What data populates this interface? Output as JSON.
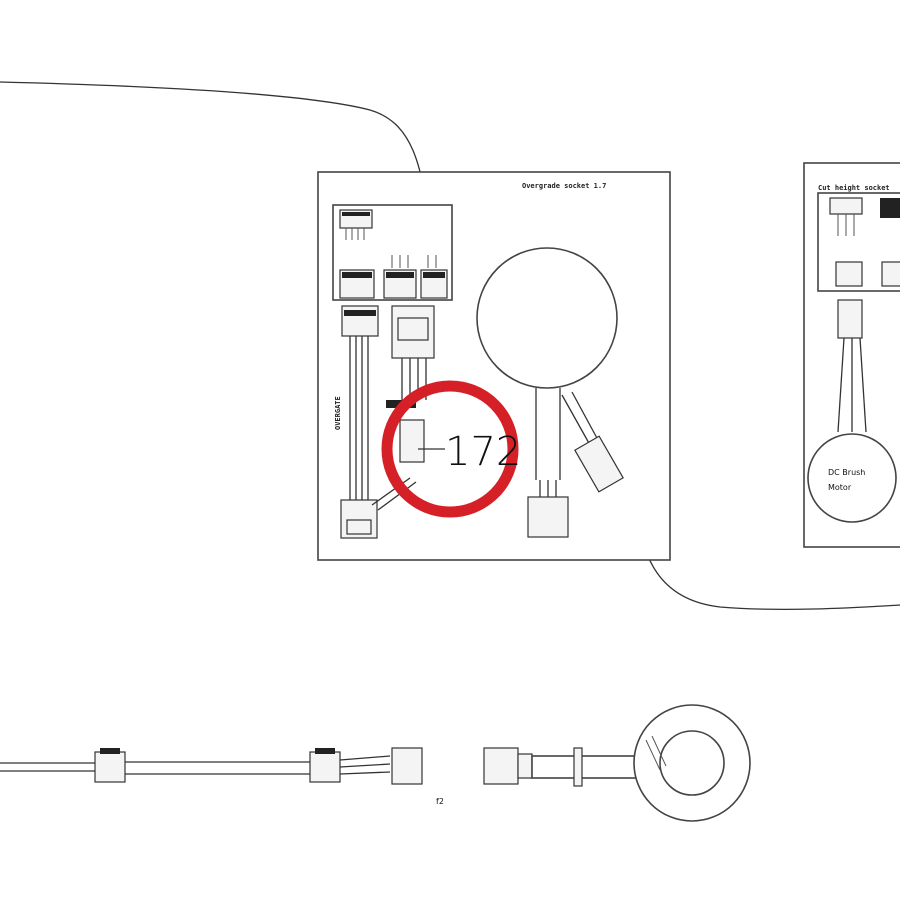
{
  "callout": {
    "number": "172",
    "ring_color": "#d62027"
  },
  "panel_left": {
    "title": "Overgrade socket 1.7",
    "vertical_label": "OVERGATE"
  },
  "panel_right": {
    "title": "Cut height socket",
    "motor_label_1": "DC Brush",
    "motor_label_2": "Motor"
  },
  "bottom": {
    "small_label": "f2"
  }
}
